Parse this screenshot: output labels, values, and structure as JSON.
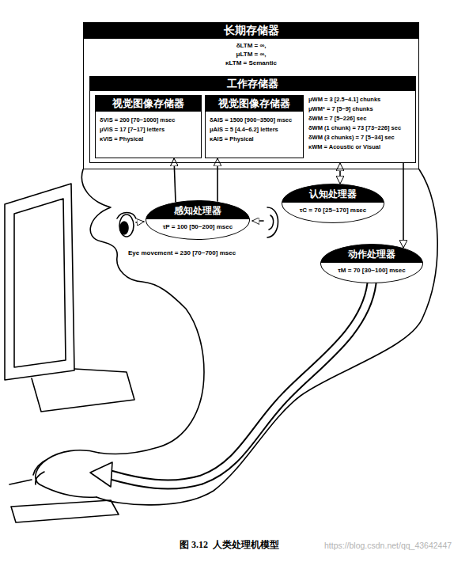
{
  "diagram": {
    "caption": "图 3.12  人类处理机模型",
    "nodes": [
      {
        "text": [
          "长期存储器",
          "δLTM = ∞,",
          "μLTM = ∞,",
          "κLTM = Semantic"
        ]
      },
      {
        "text": [
          "工作存储器",
          "μWM = 3 [2.5~4.1] chunks",
          "μWM* = 7 [5~9] chunks",
          "δWM = 7 [5~226] sec",
          "δWM (1 chunk) = 73 [73~226] sec",
          "δWM (3 chunks) = 7 [5~34] sec",
          "κWM = Acoustic or Visual"
        ],
        "in": 0
      },
      {
        "text": [
          "视觉图像存储器",
          "δVIS = 200 [70~1000] msec",
          "μVIS = 17 [7~17] letters",
          "κVIS = Physical"
        ],
        "in": 1
      },
      {
        "text": [
          "视觉图像存储器",
          "δAIS = 1500 [900~3500] msec",
          "μAIS = 5 [4.4~6.2] letters",
          "κAIS = Physical"
        ],
        "in": 1
      },
      {
        "text": [
          "感知处理器",
          "τP = 100 [50~200] msec"
        ]
      },
      {
        "text": [
          "认知处理器",
          "τC = 70 [25~170] msec"
        ]
      },
      {
        "text": [
          "动作处理器",
          "τM = 70 [30~100] msec"
        ]
      }
    ],
    "edges": [
      {
        "from": 4,
        "to": 2,
        "arrow": "to"
      },
      {
        "from": 4,
        "to": 3,
        "arrow": "to"
      },
      {
        "from": 5,
        "to": 1,
        "arrow": "both"
      },
      {
        "from": 1,
        "to": 6,
        "arrow": "to"
      }
    ],
    "labels": [
      "Eye movement = 230 [70~700] msec",
      "https://blog.csdn.net/qq_43642447"
    ]
  }
}
